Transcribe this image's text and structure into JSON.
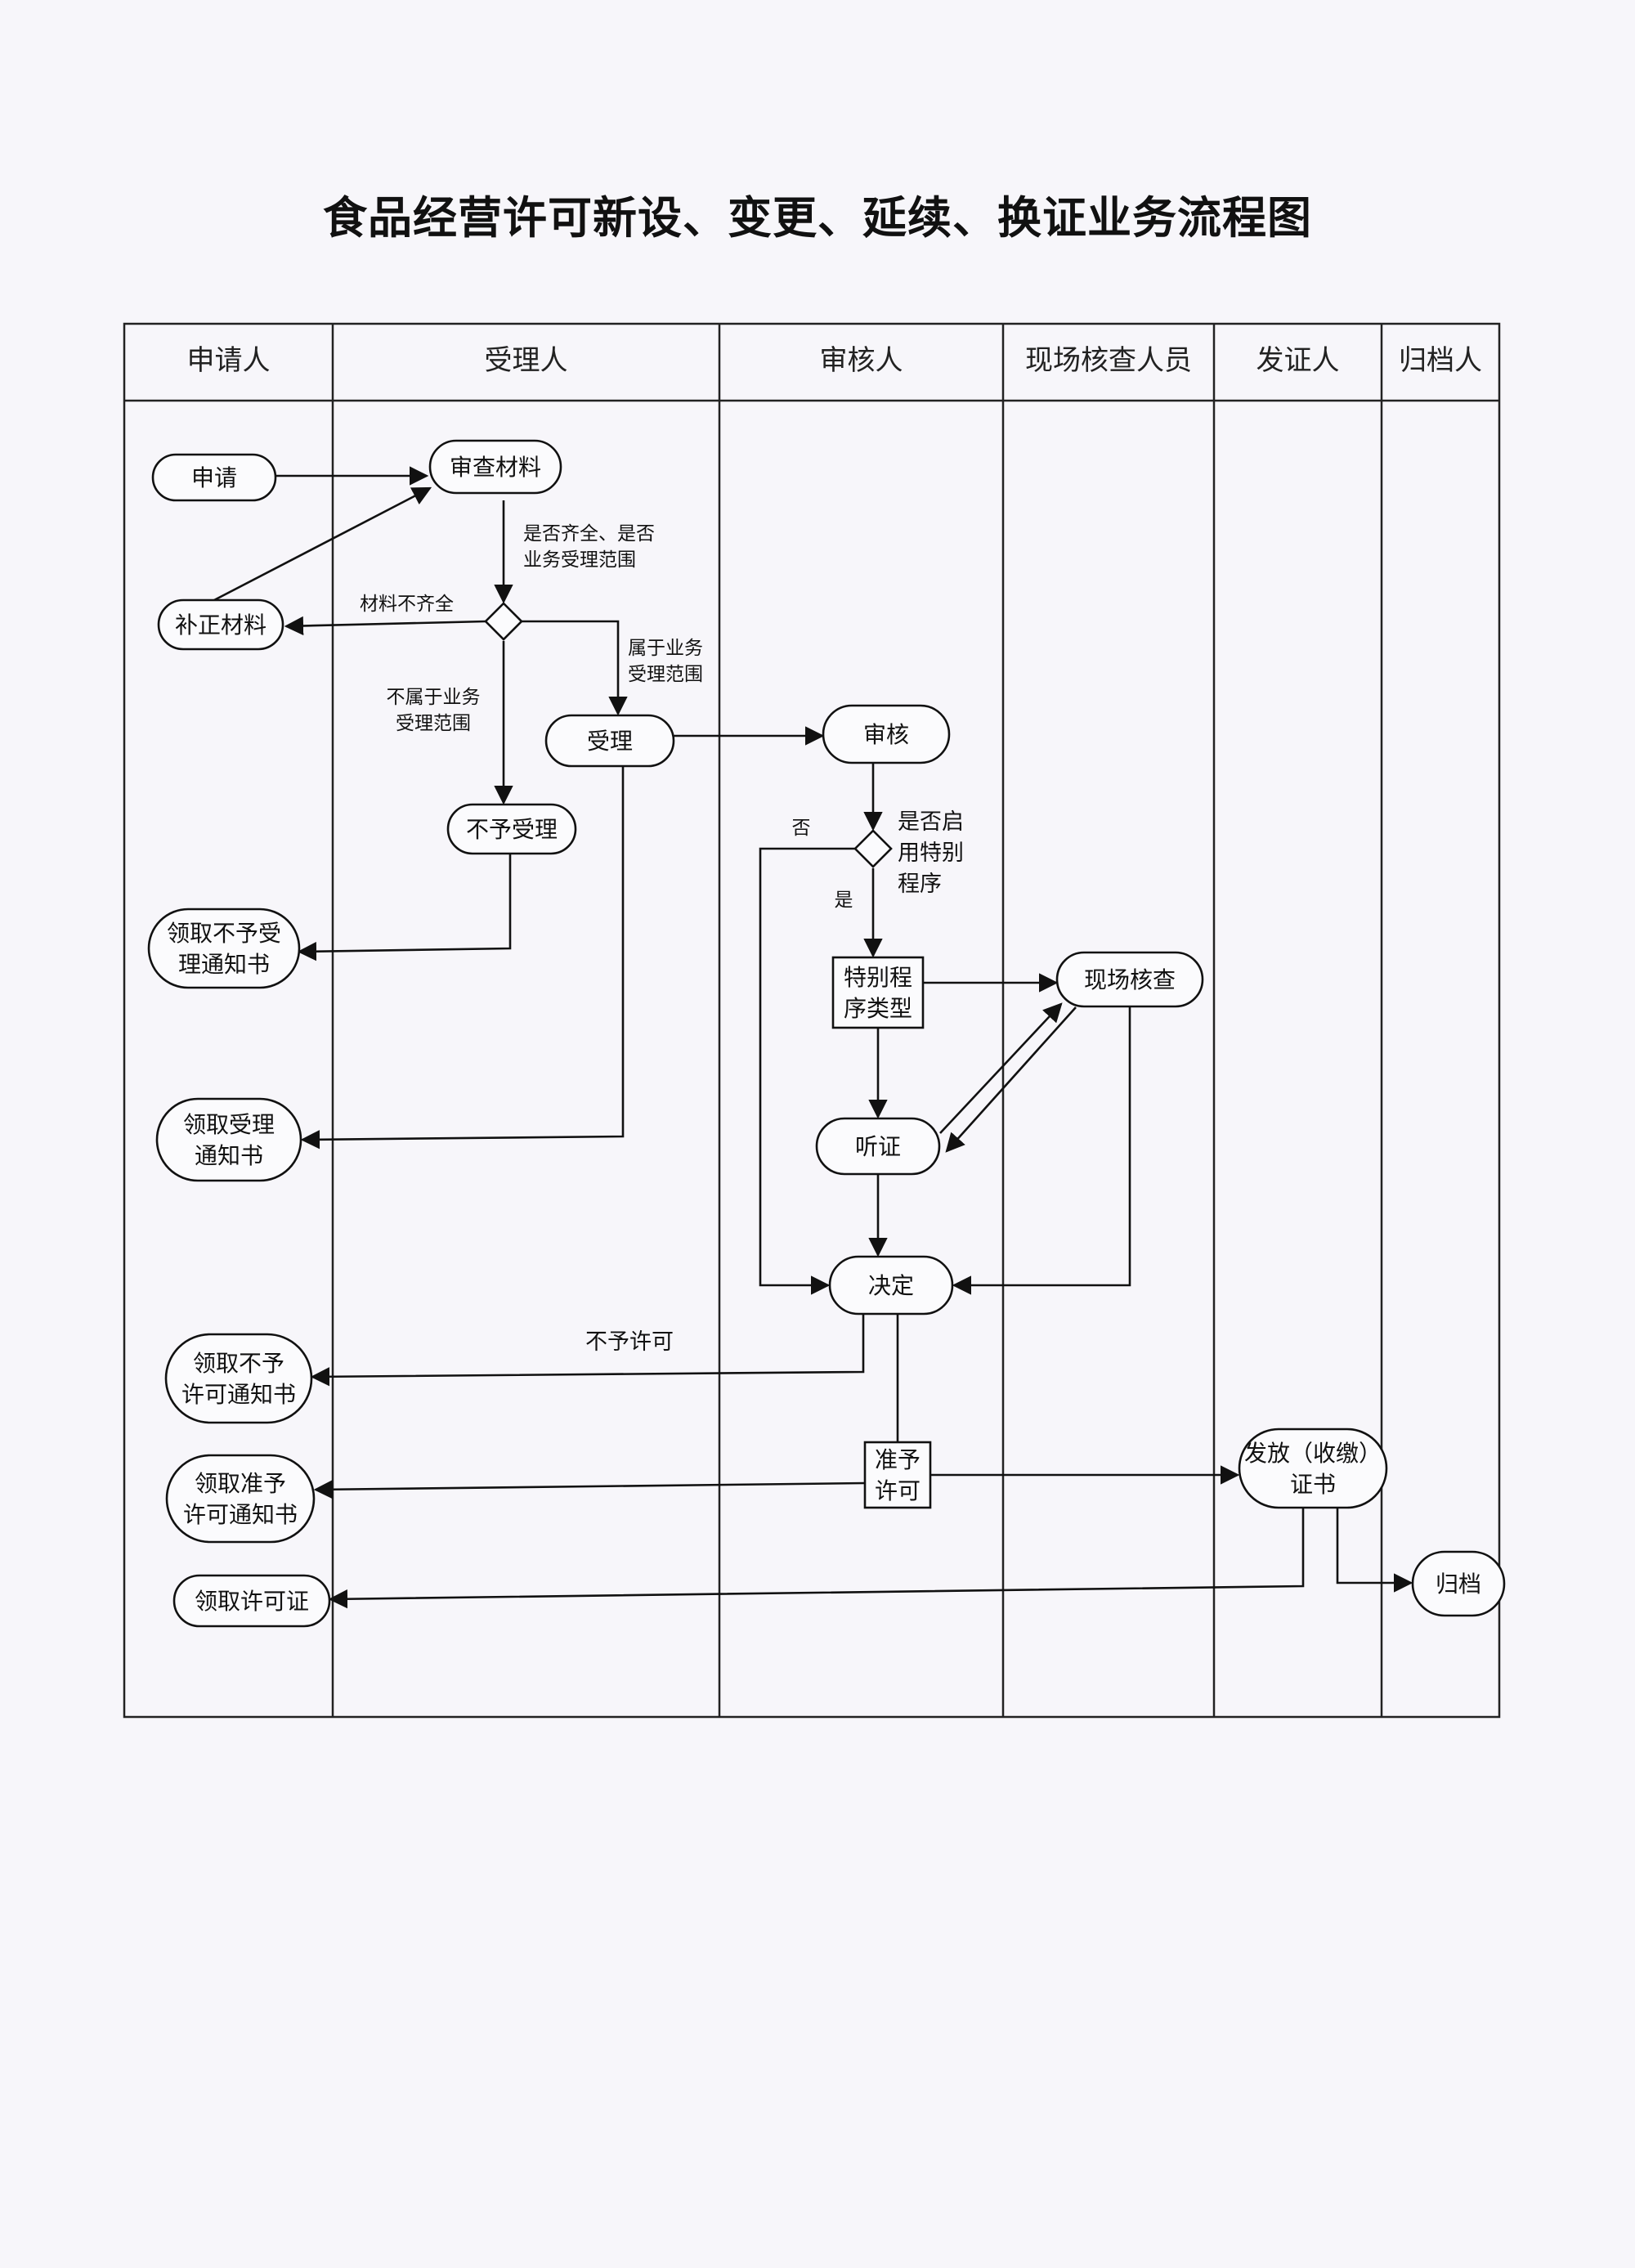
{
  "title": "食品经营许可新设、变更、延续、换证业务流程图",
  "lanes": [
    "申请人",
    "受理人",
    "审核人",
    "现场核查人员",
    "发证人",
    "归档人"
  ],
  "nodes": {
    "apply": [
      "申请"
    ],
    "review_materials": [
      "审查材料"
    ],
    "supplement": [
      "补正材料"
    ],
    "accept": [
      "受理"
    ],
    "not_accept": [
      "不予受理"
    ],
    "get_not_accept_notice": [
      "领取不予受",
      "理通知书"
    ],
    "get_accept_notice": [
      "领取受理",
      "通知书"
    ],
    "audit": [
      "审核"
    ],
    "special_type": [
      "特别程",
      "序类型"
    ],
    "site_check": [
      "现场核查"
    ],
    "hearing": [
      "听证"
    ],
    "decision": [
      "决定"
    ],
    "get_deny_notice": [
      "领取不予",
      "许可通知书"
    ],
    "get_grant_notice": [
      "领取准予",
      "许可通知书"
    ],
    "get_license": [
      "领取许可证"
    ],
    "grant": [
      "准予",
      "许可"
    ],
    "issue": [
      "发放（收缴）",
      "证书"
    ],
    "archive": [
      "归档"
    ]
  },
  "notes": {
    "check_question": [
      "是否齐全、是否",
      "业务受理范围"
    ],
    "incomplete": [
      "材料不齐全"
    ],
    "out_of_scope": [
      "不属于业务",
      "受理范围"
    ],
    "in_scope": [
      "属于业务",
      "受理范围"
    ],
    "special_question": [
      "是否启",
      "用特别",
      "程序"
    ],
    "no": [
      "否"
    ],
    "yes": [
      "是"
    ],
    "deny": [
      "不予许可"
    ]
  }
}
